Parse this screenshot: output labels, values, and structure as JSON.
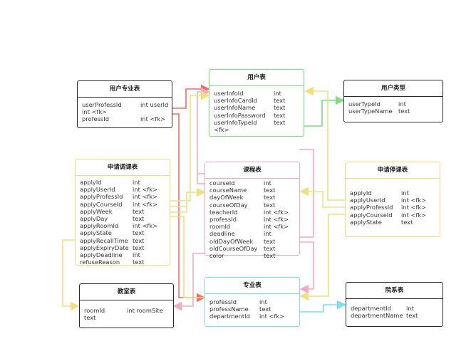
{
  "diagram": {
    "type": "er-diagram",
    "entities": {
      "user_profess": {
        "title": "用户专业表",
        "rows": [
          {
            "name": "userProfessId",
            "type": "int userId"
          },
          {
            "name": "int <fk>",
            "type": ""
          },
          {
            "name": "professId",
            "type": "int <fk>"
          }
        ]
      },
      "user_info": {
        "title": "用户表",
        "rows": [
          {
            "name": "userInfoId",
            "type": "int"
          },
          {
            "name": "userInfoCardId",
            "type": "text"
          },
          {
            "name": "userInfoName",
            "type": "text"
          },
          {
            "name": "userInfoPassword",
            "type": "text"
          },
          {
            "name": "userInfoTypeId",
            "type": "text"
          },
          {
            "name": "<fk>",
            "type": ""
          }
        ]
      },
      "user_type": {
        "title": "用户类型",
        "rows": [
          {
            "name": "userTypeId",
            "type": "int"
          },
          {
            "name": "userTypeName",
            "type": "text"
          }
        ]
      },
      "apply_adjust": {
        "title": "申请调课表",
        "rows": [
          {
            "name": "applyId",
            "type": "int"
          },
          {
            "name": "applyUserId",
            "type": "int <fk>"
          },
          {
            "name": "applyProfessId",
            "type": "int <fk>"
          },
          {
            "name": "applyCourseId",
            "type": "int <fk>"
          },
          {
            "name": "applyWeek",
            "type": "text"
          },
          {
            "name": "applyDay",
            "type": "text"
          },
          {
            "name": "applyRoomId",
            "type": "int <fk>"
          },
          {
            "name": "applyState",
            "type": "text"
          },
          {
            "name": "applyRecallTime",
            "type": "text"
          },
          {
            "name": "applyExpiryDate",
            "type": "text"
          },
          {
            "name": "applyDeadline",
            "type": "int"
          },
          {
            "name": "refuseReason",
            "type": "text"
          }
        ]
      },
      "course": {
        "title": "课程表",
        "rows": [
          {
            "name": "courseId",
            "type": "int"
          },
          {
            "name": "courseName",
            "type": "text"
          },
          {
            "name": "dayOfWeek",
            "type": "text"
          },
          {
            "name": "courseOfDay",
            "type": "text"
          },
          {
            "name": "teacherId",
            "type": "int <fk>"
          },
          {
            "name": "professId",
            "type": "int <fk>"
          },
          {
            "name": "roomId",
            "type": "int <fk>"
          },
          {
            "name": "deadline",
            "type": "int"
          },
          {
            "name": "oldDayOfWeek",
            "type": "text"
          },
          {
            "name": "oldCourseOfDay",
            "type": "text"
          },
          {
            "name": "color",
            "type": "text"
          }
        ]
      },
      "apply_stop": {
        "title": "申请停课表",
        "rows": [
          {
            "name": "applyId",
            "type": "int"
          },
          {
            "name": "applyUserId",
            "type": "int <fk>"
          },
          {
            "name": "applyProfessId",
            "type": "int <fk>"
          },
          {
            "name": "applyCourseId",
            "type": "int <fk>"
          },
          {
            "name": "applyState",
            "type": "text"
          }
        ]
      },
      "classroom": {
        "title": "教室表",
        "rows": [
          {
            "name": "roomId",
            "type": "int roomSite"
          },
          {
            "name": "text",
            "type": ""
          }
        ]
      },
      "profess": {
        "title": "专业表",
        "rows": [
          {
            "name": "professId",
            "type": "int"
          },
          {
            "name": "professName",
            "type": "text"
          },
          {
            "name": "departmentId",
            "type": "int <fk>"
          }
        ]
      },
      "department": {
        "title": "院系表",
        "rows": [
          {
            "name": "departmentId",
            "type": "int"
          },
          {
            "name": "departmentName",
            "type": "text"
          }
        ]
      }
    },
    "colors": {
      "dark": "#2b2b2b",
      "green": "#7fdc7f",
      "yellow": "#f1dc7a",
      "pink": "#f4a9bd",
      "red": "#f56a6a",
      "cyan": "#7adff0"
    }
  }
}
